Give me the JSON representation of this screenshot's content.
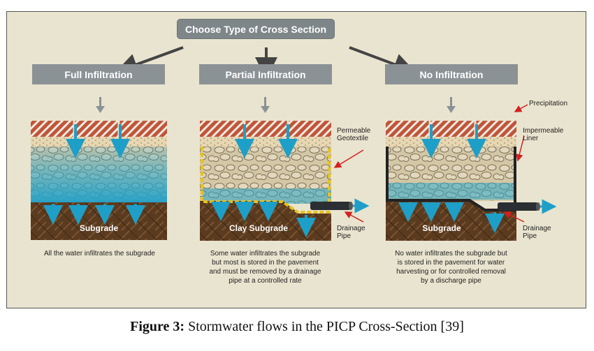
{
  "title": "Choose Type of Cross Section",
  "columns": [
    {
      "heading": "Full Infiltration",
      "subgrade": "Subgrade",
      "description": [
        "All the water infiltrates the subgrade"
      ]
    },
    {
      "heading": "Partial Infiltration",
      "subgrade": "Clay Subgrade",
      "description": [
        "Some water infiltrates the subgrade",
        "but most is stored in the pavement",
        "and must be removed by a drainage",
        "pipe at a controlled rate"
      ],
      "callouts": {
        "geotextile": [
          "Permeable",
          "Geotextile"
        ],
        "pipe": [
          "Drainage",
          "Pipe"
        ]
      }
    },
    {
      "heading": "No Infiltration",
      "subgrade": "Subgrade",
      "description": [
        "No water infiltrates the subgrade but",
        "is stored in the pavement for water",
        "harvesting or for controlled removal",
        "by a discharge pipe"
      ],
      "callouts": {
        "precipitation": "Precipitation",
        "liner": [
          "Impermeable",
          "Liner"
        ],
        "pipe": [
          "Drainage",
          "Pipe"
        ]
      }
    }
  ],
  "caption": {
    "label": "Figure 3:",
    "text": " Stormwater flows in the PICP Cross-Section [39]"
  },
  "colors": {
    "paver": "#c0553a",
    "bedding": "#e6d6b2",
    "stone": "#d4c8a8",
    "water": "#2aa6c9",
    "subgrade": "#5a3a1f",
    "arrow": "#444444",
    "callout": "#d42020",
    "pill": "#8b9295"
  }
}
